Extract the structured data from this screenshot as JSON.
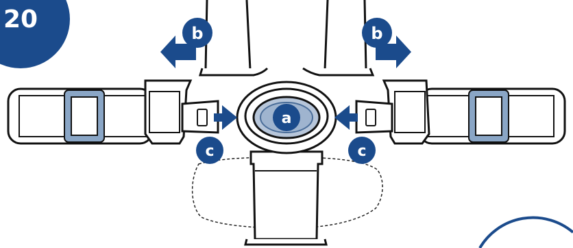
{
  "step_number": "20",
  "labels": {
    "a": "a",
    "b_left": "b",
    "b_right": "b",
    "c_left": "c",
    "c_right": "c"
  },
  "colors": {
    "navy": "#1b4b8c",
    "strap_blue": "#8aa6c6",
    "button_light": "#b7c6da",
    "outline": "#111111",
    "white": "#ffffff"
  }
}
